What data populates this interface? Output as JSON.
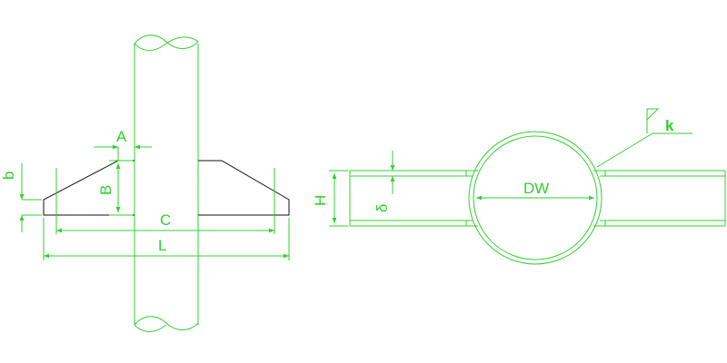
{
  "labels": {
    "A": "A",
    "B": "B",
    "b": "b",
    "C": "C",
    "L": "L",
    "H": "H",
    "delta": "δ",
    "DW": "DW",
    "k": "k"
  },
  "colors": {
    "drawing_green": "#2fd02f",
    "outline_black": "#111111",
    "background": "#ffffff"
  }
}
